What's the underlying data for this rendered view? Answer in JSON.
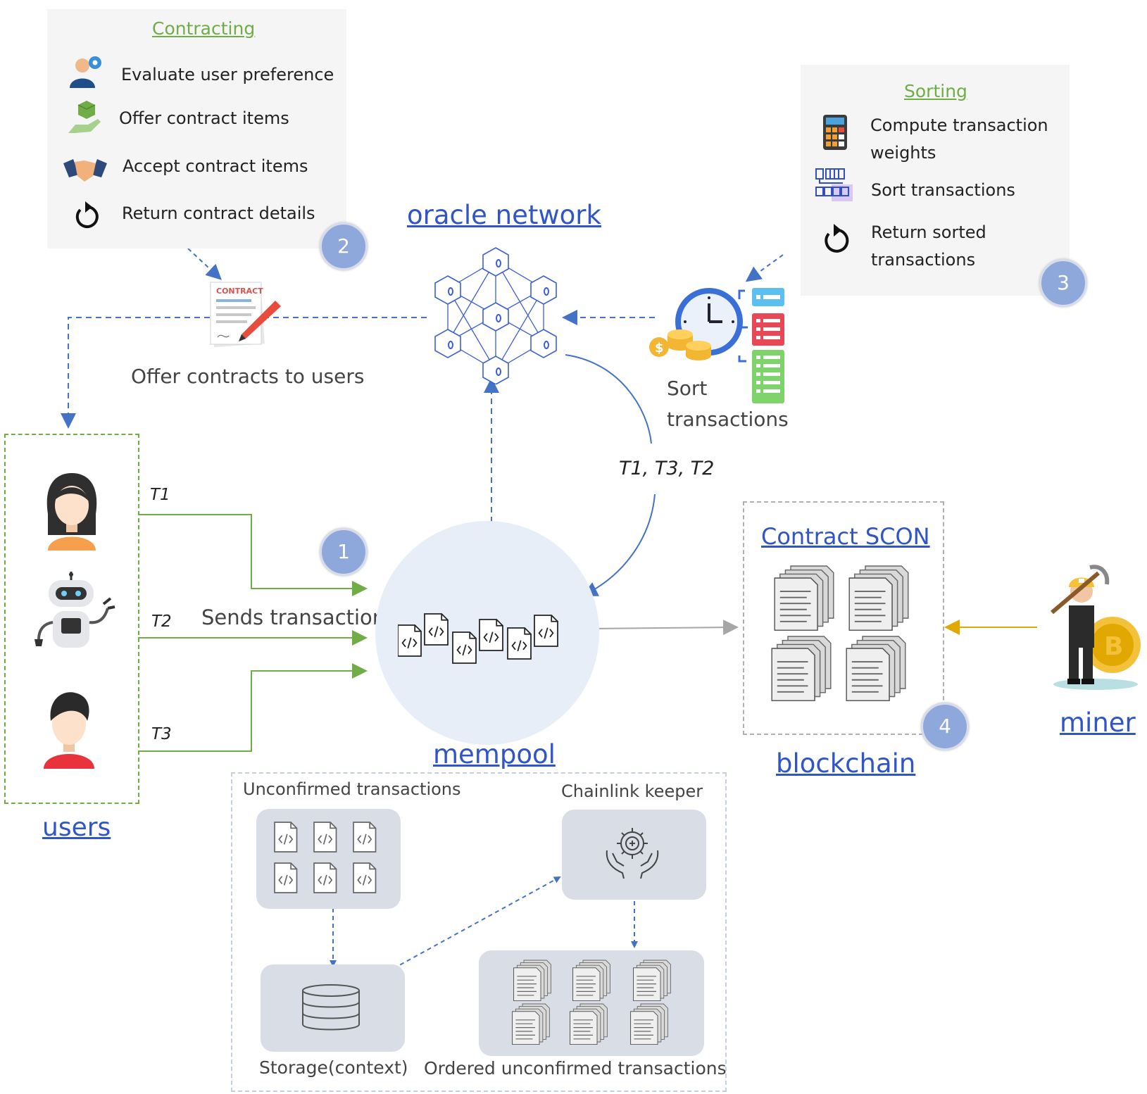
{
  "contracting": {
    "title": "Contracting",
    "items": [
      {
        "label": "Evaluate user preference",
        "icon": "user-gear-icon"
      },
      {
        "label": "Offer contract items",
        "icon": "hand-offer-icon"
      },
      {
        "label": "Accept contract items",
        "icon": "handshake-icon"
      },
      {
        "label": "Return contract details",
        "icon": "return-arrow-icon"
      }
    ],
    "badge": "2"
  },
  "sorting": {
    "title": "Sorting",
    "items": [
      {
        "label_line1": "Compute transaction",
        "label_line2": "weights",
        "icon": "calculator-icon"
      },
      {
        "label": "Sort transactions",
        "icon": "sort-blocks-icon"
      },
      {
        "label_line1": "Return sorted",
        "label_line2": "transactions",
        "icon": "return-arrow-icon"
      }
    ],
    "badge": "3"
  },
  "oracle": {
    "label": "oracle network",
    "icon": "hexagon-network-icon"
  },
  "contract_doc": {
    "icon_text": "CONTRACT",
    "caption": "Offer contracts to users"
  },
  "sort_tx": {
    "caption_line1": "Sort",
    "caption_line2": "transactions",
    "icon": "clock-coins-list-icon"
  },
  "ordered_label": "T1, T3, T2",
  "users": {
    "label": "users",
    "tx": [
      "T1",
      "T2",
      "T3"
    ],
    "send_label": "Sends transaction",
    "icons": [
      "woman-avatar-icon",
      "robot-icon",
      "man-avatar-icon"
    ]
  },
  "mempool": {
    "label": "mempool",
    "badge": "1",
    "icon": "code-files-icon"
  },
  "blockchain": {
    "title": "Contract SCON",
    "label": "blockchain",
    "badge": "4",
    "icon": "document-stack-icon"
  },
  "miner": {
    "label": "miner",
    "icon": "miner-icon"
  },
  "detail": {
    "unconfirmed": "Unconfirmed transactions",
    "keeper": "Chainlink keeper",
    "storage": "Storage(context)",
    "ordered": "Ordered unconfirmed transactions"
  },
  "colors": {
    "link": "#2f55c8",
    "green": "#70ad47",
    "blue_arrow": "#4472c4",
    "badge": "#8fa8dc",
    "gold": "#e0a800"
  }
}
